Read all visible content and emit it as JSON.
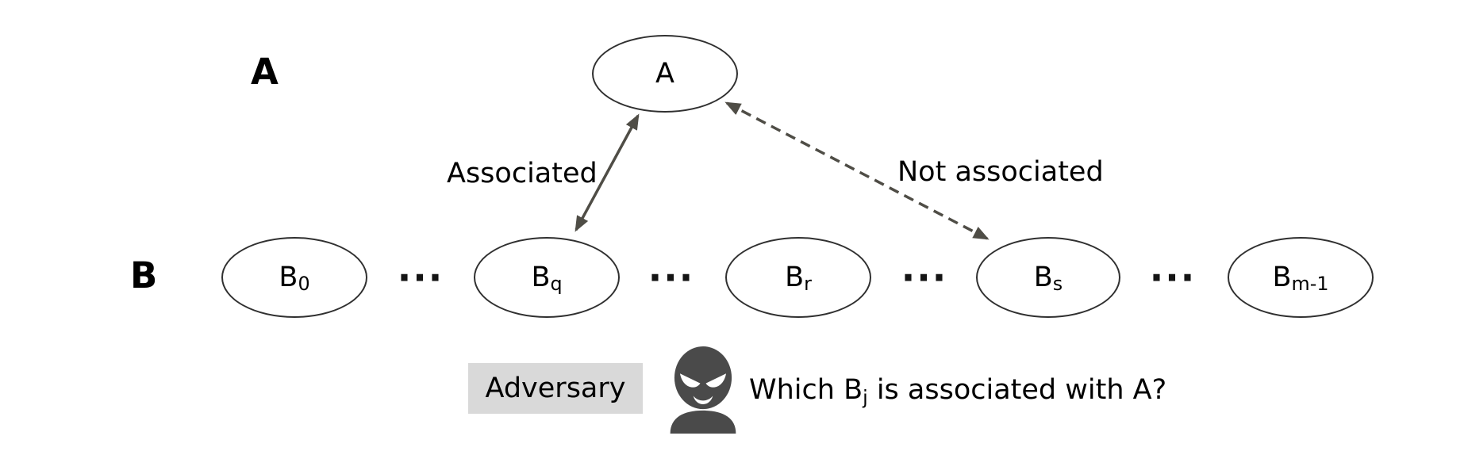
{
  "figure": {
    "colors": {
      "arrow": "#4f4d46",
      "node_stroke": "#303030",
      "text": "#000000",
      "adversary_box_bg": "#d9d9d9",
      "adversary_icon": "#4a4a4a"
    },
    "row_label_a": "A",
    "row_label_b": "B",
    "node_a": "A",
    "nodes_b": [
      {
        "main": "B",
        "sub": "0"
      },
      {
        "main": "B",
        "sub": "q"
      },
      {
        "main": "B",
        "sub": "r"
      },
      {
        "main": "B",
        "sub": "s"
      },
      {
        "main": "B",
        "sub": "m-1"
      }
    ],
    "ellipsis": "···",
    "edge_labels": {
      "associated": "Associated",
      "not_associated": "Not associated"
    },
    "footer": {
      "adversary": "Adversary",
      "icon": "robber-balaclava",
      "question": {
        "prefix": "Which B",
        "sub": "j",
        "suffix": " is associated with A?"
      }
    }
  }
}
